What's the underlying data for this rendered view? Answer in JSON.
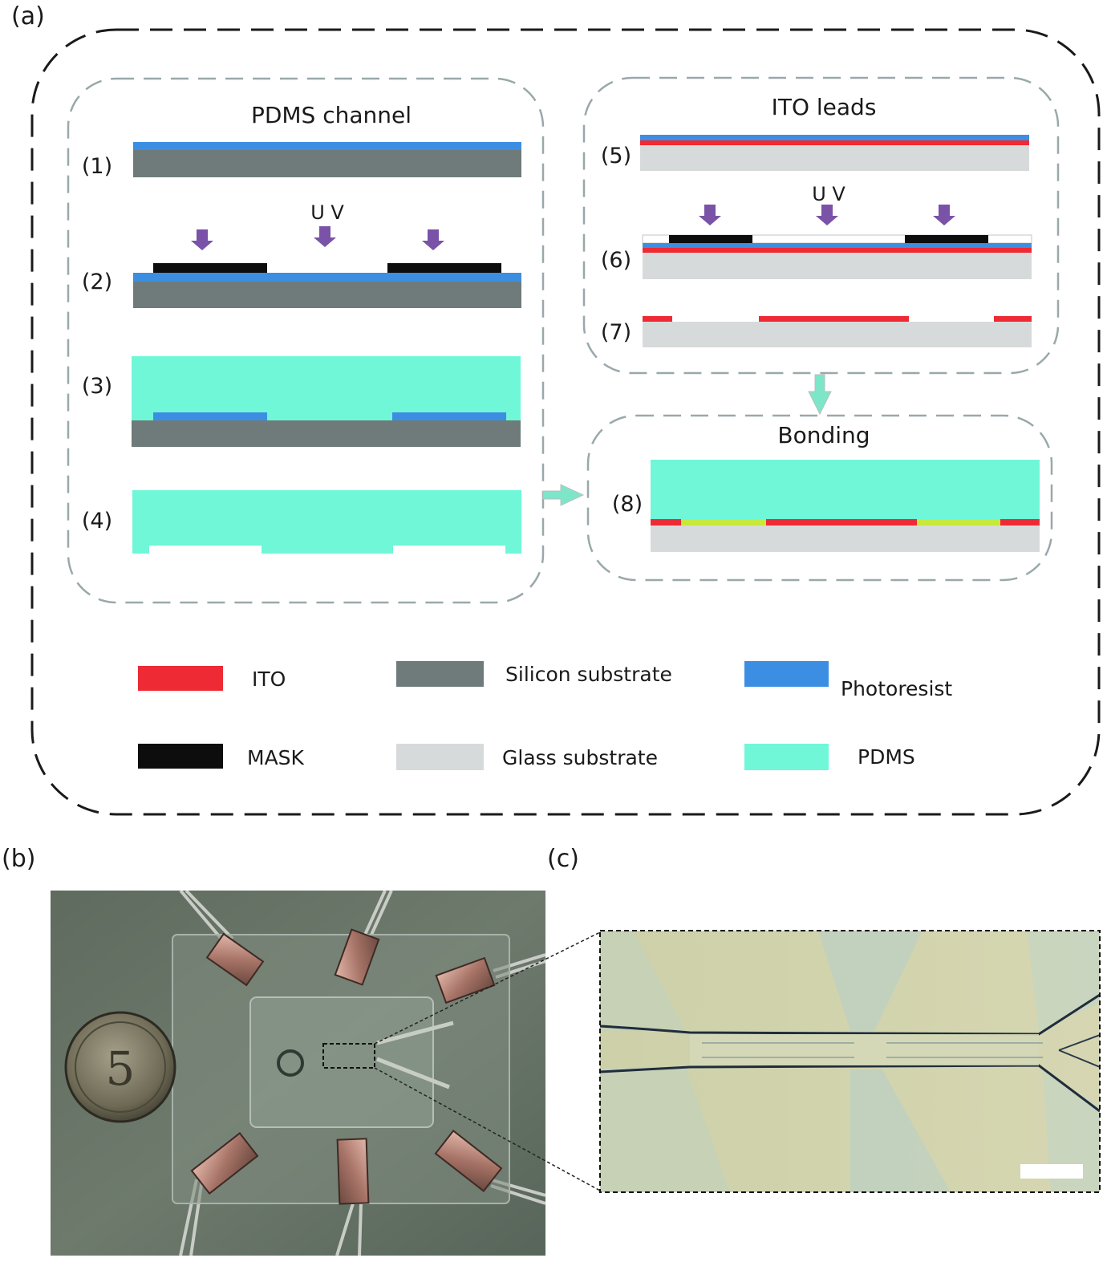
{
  "panels": {
    "a": "(a)",
    "b": "(b)",
    "c": "(c)"
  },
  "titles": {
    "pdms": "PDMS channel",
    "ito": "ITO leads",
    "bonding": "Bonding"
  },
  "steps": [
    "(1)",
    "(2)",
    "(3)",
    "(4)",
    "(5)",
    "(6)",
    "(7)",
    "(8)"
  ],
  "uv": "U V",
  "legend": {
    "ito": "ITO",
    "silicon": "Silicon substrate",
    "photoresist": "Photoresist",
    "mask": "MASK",
    "glass": "Glass substrate",
    "pdms": "PDMS"
  },
  "photo_b": {
    "coin_text": "5"
  },
  "colors": {
    "ito": "#ee2a34",
    "silicon": "#6f7b7a",
    "photoresist": "#3c8ee2",
    "mask": "#0d0d0d",
    "glass": "#d7dadb",
    "pdms": "#6ff7d8",
    "channel_fill": "#c8e83a",
    "uv_arrow": "#7a52a8",
    "flow_arrow": "#7ee6c8",
    "dash_outer": "#1a1a1a",
    "dash_inner": "#9aa8aa"
  }
}
